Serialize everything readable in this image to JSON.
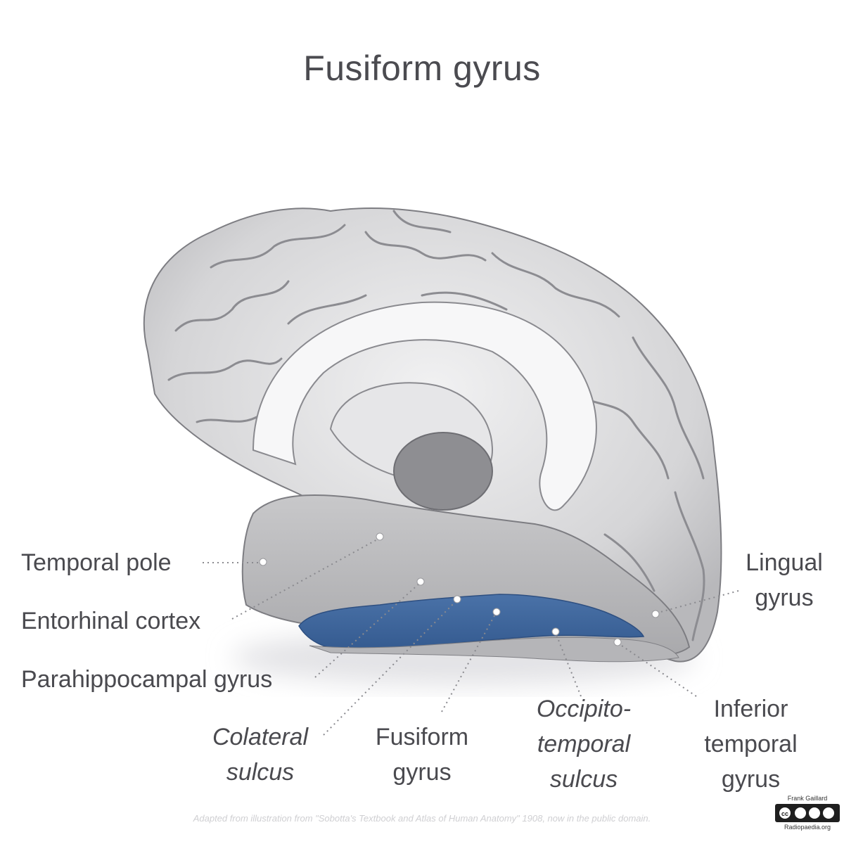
{
  "title": "Fusiform gyrus",
  "labels": {
    "temporal_pole": "Temporal pole",
    "entorhinal_cortex": "Entorhinal cortex",
    "parahippocampal_gyrus": "Parahippocampal gyrus",
    "colateral_sulcus_1": "Colateral",
    "colateral_sulcus_2": "sulcus",
    "fusiform_gyrus_1": "Fusiform",
    "fusiform_gyrus_2": "gyrus",
    "occipitotemporal_1": "Occipito-",
    "occipitotemporal_2": "temporal",
    "occipitotemporal_3": "sulcus",
    "inferior_temporal_1": "Inferior",
    "inferior_temporal_2": "temporal",
    "inferior_temporal_3": "gyrus",
    "lingual_1": "Lingual",
    "lingual_2": "gyrus"
  },
  "footer": {
    "credit": "Adapted from illustration from \"Sobotta's Textbook and Atlas of Human Anatomy\" 1908, now in the public domain.",
    "author": "Frank Gaillard",
    "site": "Radiopaedia.org"
  },
  "colors": {
    "highlight": "#3f669c",
    "cortex": "#d4d4d6",
    "text": "#4a4a4f"
  }
}
